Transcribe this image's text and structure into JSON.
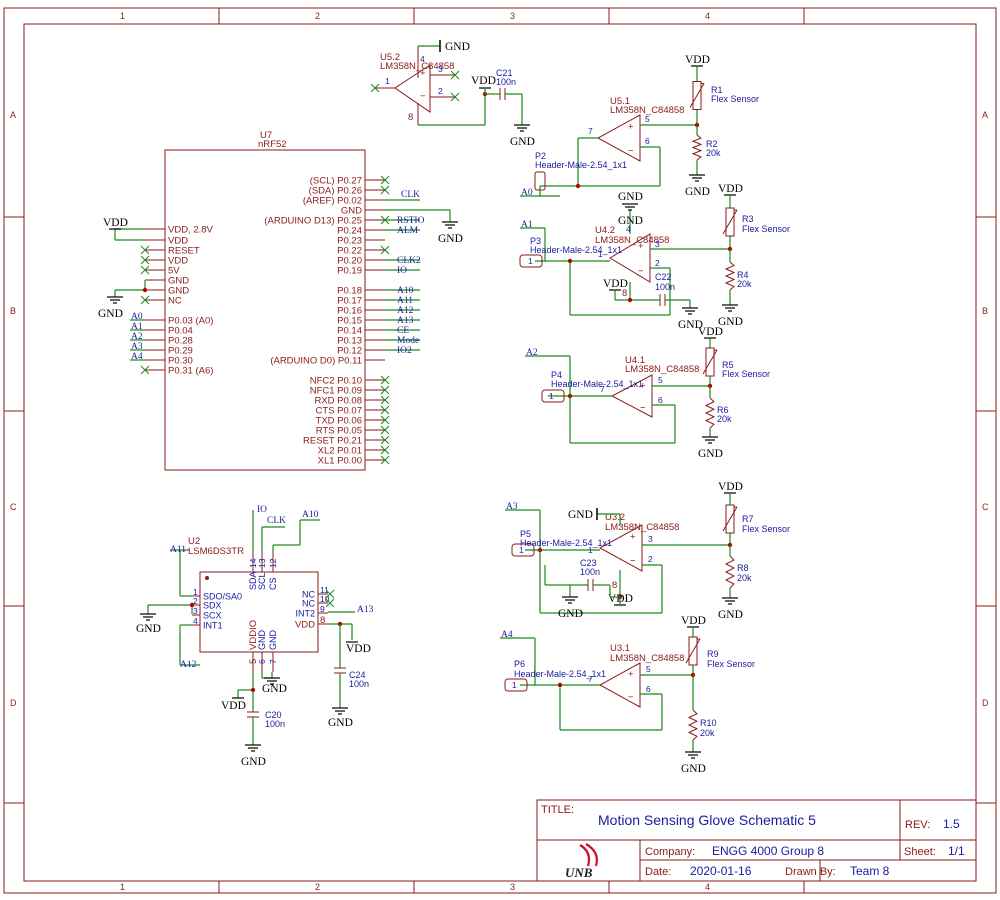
{
  "frame": {
    "cols": [
      "1",
      "2",
      "3",
      "4"
    ],
    "rows": [
      "A",
      "B",
      "C",
      "D"
    ]
  },
  "title_block": {
    "title_label": "TITLE:",
    "title": "Motion Sensing Glove Schematic 5",
    "rev_label": "REV:",
    "rev": "1.5",
    "company_label": "Company:",
    "company": "ENGG 4000 Group 8",
    "sheet_label": "Sheet:",
    "sheet": "1/1",
    "date_label": "Date:",
    "date": "2020-01-16",
    "drawn_label": "Drawn By:",
    "drawn": "Team 8",
    "logo": "UNB"
  },
  "power": {
    "vdd": "VDD",
    "gnd": "GND"
  },
  "u7": {
    "ref": "U7",
    "value": "nRF52",
    "left_pins": [
      "VDD, 2.8V",
      "VDD",
      "RESET",
      "VDD",
      "5V",
      "GND",
      "GND",
      "NC",
      "P0.03 (A0)",
      "P0.04",
      "P0.28",
      "P0.29",
      "P0.30",
      "P0.31 (A6)"
    ],
    "right_pins": [
      "(SCL) P0.27",
      "(SDA) P0.26",
      "(AREF) P0.02",
      "GND",
      "(ARDUINO D13) P0.25",
      "P0.24",
      "P0.23",
      "P0.22",
      "P0.20",
      "P0.19",
      "P0.18",
      "P0.17",
      "P0.16",
      "P0.15",
      "P0.14",
      "P0.13",
      "P0.12",
      "(ARDUINO D0) P0.11",
      "NFC2 P0.10",
      "NFC1 P0.09",
      "RXD P0.08",
      "CTS P0.07",
      "TXD P0.06",
      "RTS P0.05",
      "RESET P0.21",
      "XL2 P0.01",
      "XL1 P0.00"
    ],
    "left_nets": [
      "A0",
      "A1",
      "A2",
      "A3",
      "A4"
    ],
    "right_nets": [
      "CLK",
      "RSTIO",
      "ALM",
      "CLK2",
      "IO",
      "A10",
      "A11",
      "A12",
      "A13",
      "CE",
      "Mode",
      "IO2"
    ]
  },
  "u5_2": {
    "ref": "U5.2",
    "value": "LM358N_C84858",
    "pins": [
      "3",
      "2",
      "1",
      "4",
      "8"
    ]
  },
  "c21": {
    "ref": "C21",
    "value": "100n"
  },
  "u5_1": {
    "ref": "U5.1",
    "value": "LM358N_C84858",
    "pins": [
      "5",
      "6",
      "7"
    ]
  },
  "r1": {
    "ref": "R1",
    "value": "Flex Sensor"
  },
  "r2": {
    "ref": "R2",
    "value": "20k"
  },
  "p2": {
    "ref": "P2",
    "value": "Header-Male-2.54_1x1",
    "net": "A0"
  },
  "u4_2": {
    "ref": "U4.2",
    "value": "LM358N_C84858",
    "pins": [
      "3",
      "2",
      "1",
      "4",
      "8"
    ]
  },
  "r3": {
    "ref": "R3",
    "value": "Flex Sensor"
  },
  "r4": {
    "ref": "R4",
    "value": "20k"
  },
  "p3": {
    "ref": "P3",
    "value": "Header-Male-2.54_1x1",
    "net": "A1",
    "pin": "1"
  },
  "c22": {
    "ref": "C22",
    "value": "100n"
  },
  "u4_1": {
    "ref": "U4.1",
    "value": "LM358N_C84858",
    "pins": [
      "5",
      "6",
      "7"
    ]
  },
  "r5": {
    "ref": "R5",
    "value": "Flex Sensor"
  },
  "r6": {
    "ref": "R6",
    "value": "20k"
  },
  "p4": {
    "ref": "P4",
    "value": "Header-Male-2.54_1x1",
    "net": "A2",
    "pin": "1"
  },
  "u2": {
    "ref": "U2",
    "value": "LSM6DS3TR",
    "left_pins": [
      "SDO/SA0",
      "SDX",
      "SCX",
      "INT1"
    ],
    "left_nums": [
      "1",
      "2",
      "3",
      "4"
    ],
    "right_pins": [
      "NC",
      "NC",
      "INT2",
      "VDD"
    ],
    "right_nums": [
      "11",
      "10",
      "9",
      "8"
    ],
    "top_pins": [
      "SDA",
      "SCL",
      "CS"
    ],
    "top_nums": [
      "14",
      "13",
      "12"
    ],
    "bottom_pins": [
      "VDDIO",
      "GND",
      "GND"
    ],
    "bottom_nums": [
      "5",
      "6",
      "7"
    ],
    "nets": [
      "IO",
      "CLK",
      "A10",
      "A11",
      "A12",
      "A13"
    ]
  },
  "c20": {
    "ref": "C20",
    "value": "100n"
  },
  "c24": {
    "ref": "C24",
    "value": "100n"
  },
  "u3_2": {
    "ref": "U3.2",
    "value": "LM358N_C84858",
    "pins": [
      "3",
      "2",
      "1",
      "8"
    ]
  },
  "r7": {
    "ref": "R7",
    "value": "Flex Sensor"
  },
  "r8": {
    "ref": "R8",
    "value": "20k"
  },
  "p5": {
    "ref": "P5",
    "value": "Header-Male-2.54_1x1",
    "net": "A3",
    "pin": "1"
  },
  "c23": {
    "ref": "C23",
    "value": "100n"
  },
  "u3_1": {
    "ref": "U3.1",
    "value": "LM358N_C84858",
    "pins": [
      "5",
      "6",
      "7"
    ]
  },
  "r9": {
    "ref": "R9",
    "value": "Flex Sensor"
  },
  "r10": {
    "ref": "R10",
    "value": "20k"
  },
  "p6": {
    "ref": "P6",
    "value": "Header-Male-2.54_1x1",
    "net": "A4",
    "pin": "1"
  },
  "colors": {
    "frame": "#8b1a1a",
    "wire": "#1a8a1a",
    "text_blue": "#1a1aa0",
    "junction": "#c00000"
  }
}
